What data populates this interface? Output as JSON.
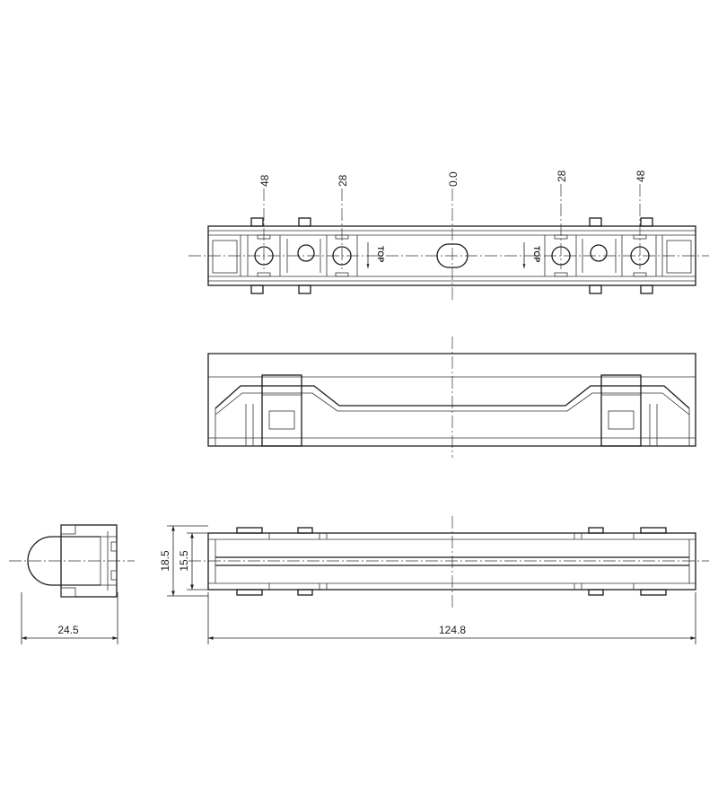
{
  "drawing": {
    "position_labels": [
      "48",
      "28",
      "0.0",
      "28",
      "48"
    ],
    "top_marking": "TOP",
    "dimensions": {
      "side_width": "24.5",
      "overall_length": "124.8",
      "outer_height": "18.5",
      "inner_height": "15.5"
    }
  }
}
